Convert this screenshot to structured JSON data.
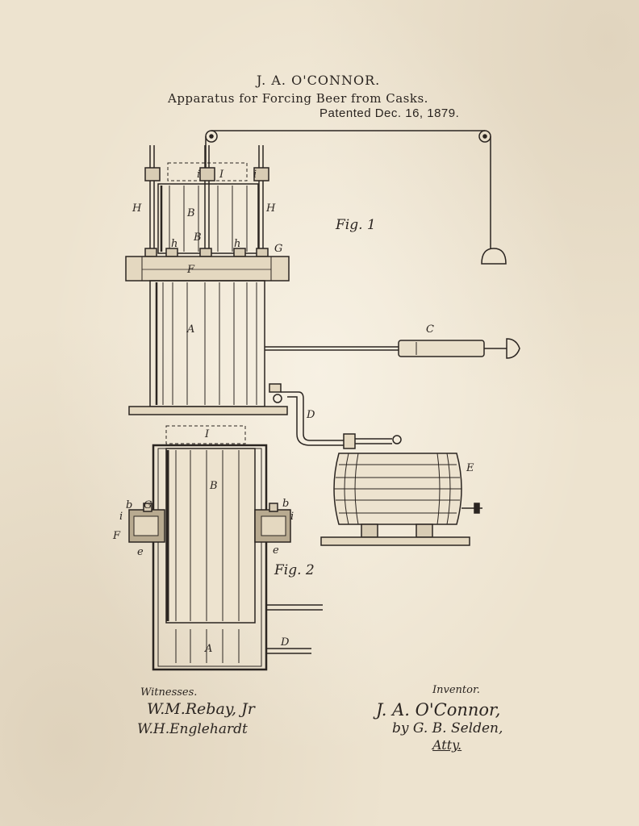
{
  "header": {
    "inventor": "J. A. O'CONNOR.",
    "title": "Apparatus for Forcing Beer from Casks.",
    "patent_date": "Patented Dec. 16, 1879."
  },
  "figures": {
    "fig1": "Fig. 1",
    "fig2": "Fig. 2"
  },
  "labels": {
    "H": "H",
    "B": "B",
    "I": "I",
    "i": "i",
    "h": "h",
    "G": "G",
    "F": "F",
    "A": "A",
    "C": "C",
    "D": "D",
    "E": "E",
    "e": "e",
    "b": "b"
  },
  "signatures": {
    "witnesses_label": "Witnesses.",
    "witness_1": "W.M.Rebay, Jr",
    "witness_2": "W.H.Englehardt",
    "inventor_label": "Inventor.",
    "inventor": "J. A. O'Connor,",
    "agent": "by G. B. Selden,",
    "atty": "Atty."
  },
  "colors": {
    "ink": "#2b2521",
    "paper": "#ede3cf"
  }
}
